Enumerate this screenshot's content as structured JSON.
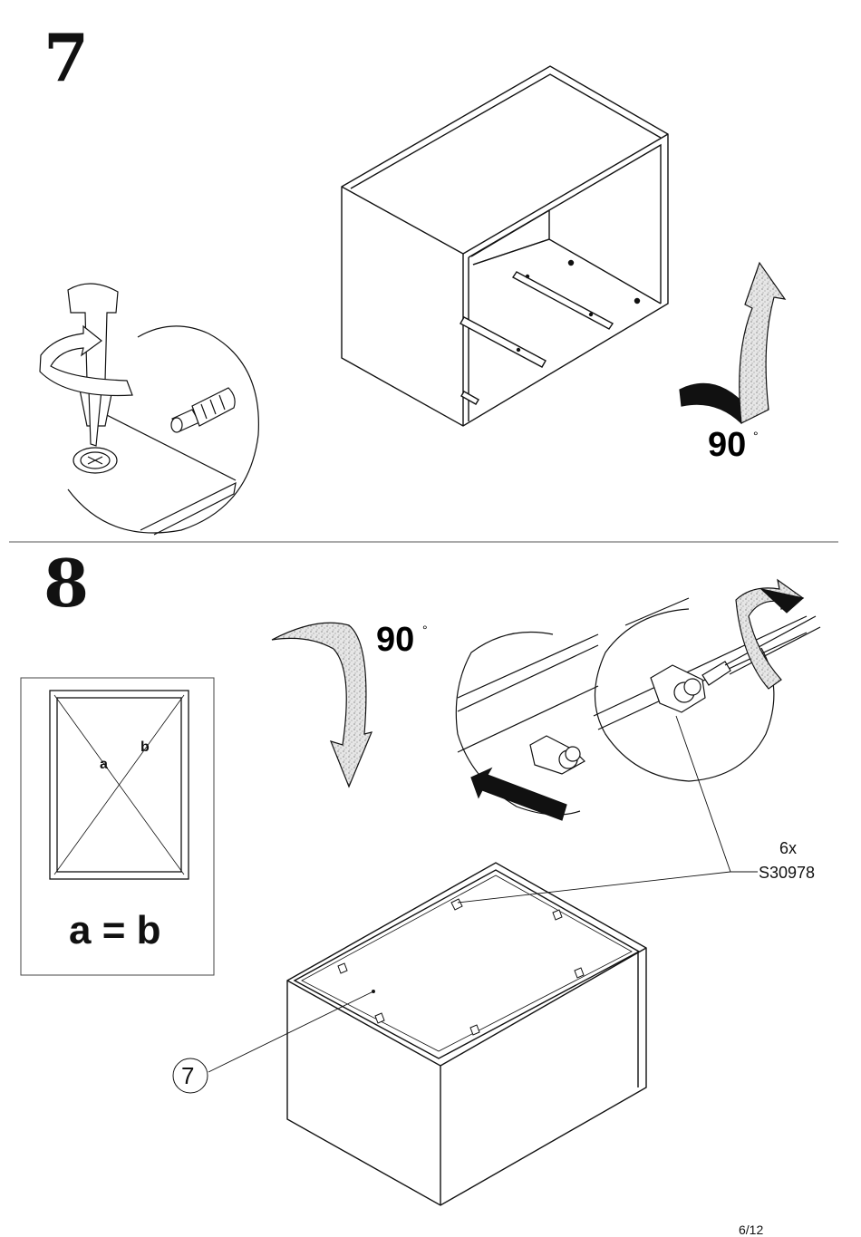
{
  "step7": {
    "number": "7",
    "rotation": {
      "value": "90",
      "unit": "°"
    }
  },
  "step8": {
    "number": "8",
    "rotation": {
      "value": "90",
      "unit": "°"
    },
    "diagonal_check": {
      "label_a": "a",
      "label_b": "b",
      "equation": "a = b"
    },
    "hardware": {
      "quantity": "6x",
      "part_code": "S30978"
    },
    "part_callout": "7"
  },
  "footer": {
    "page": "6/12"
  }
}
